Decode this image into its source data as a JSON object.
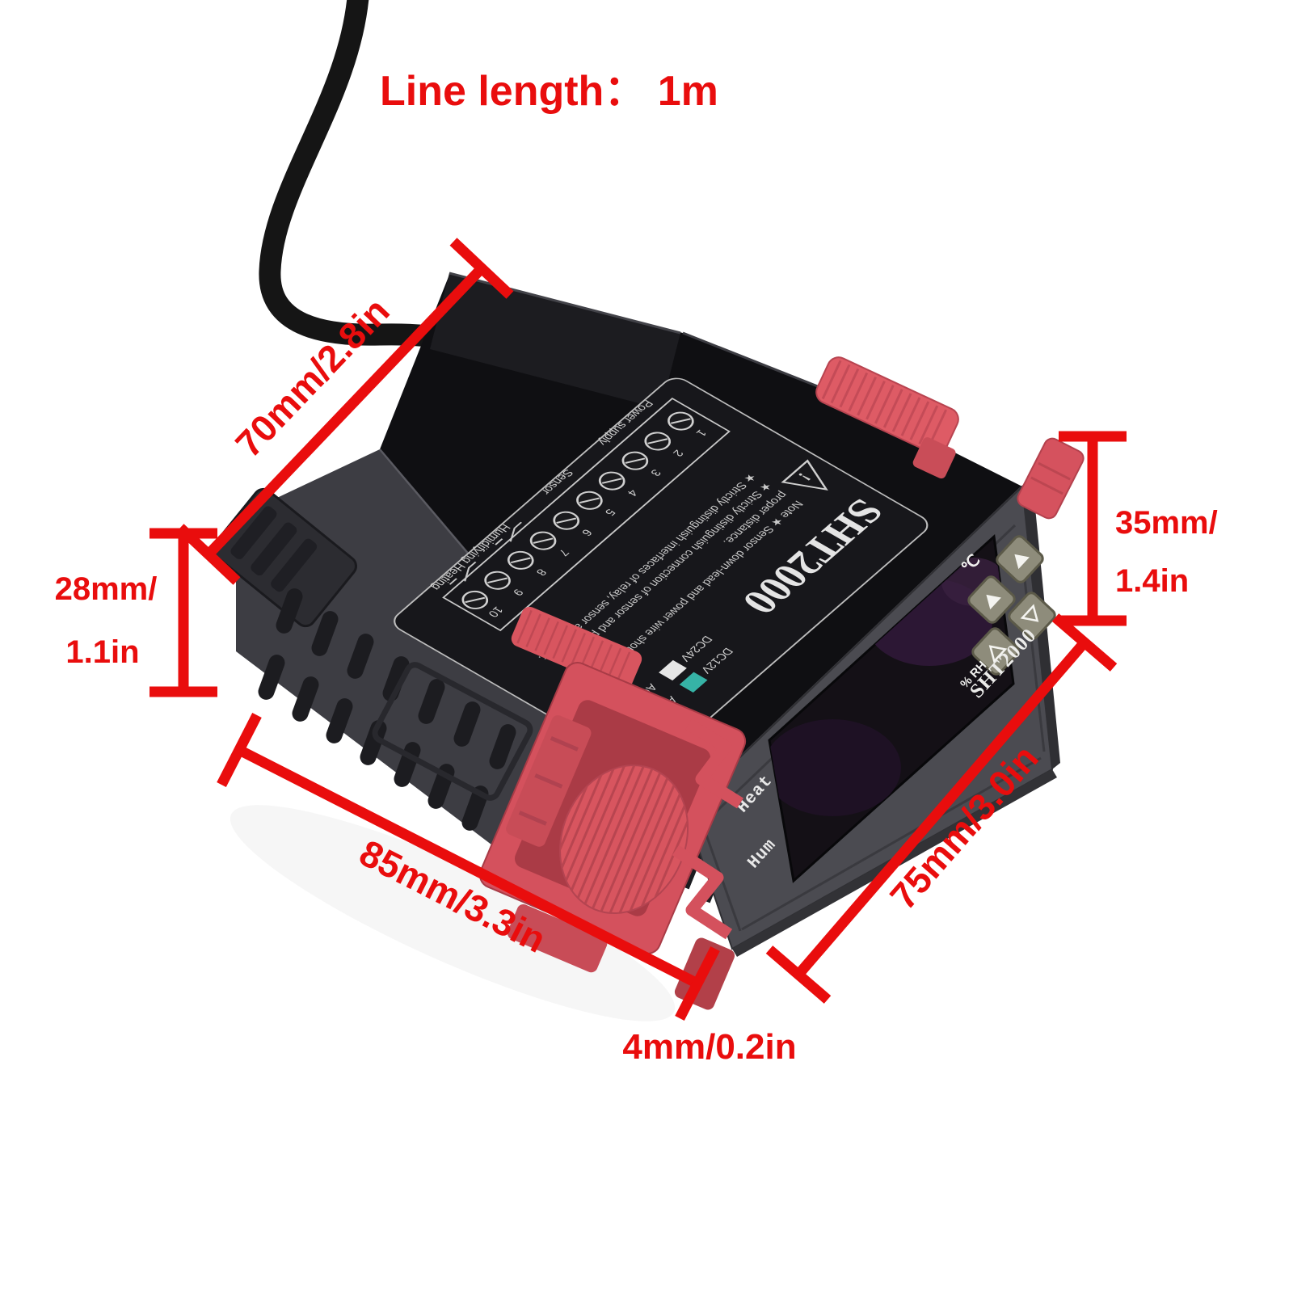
{
  "annotations": {
    "color": "#e90d0d",
    "line_length": "Line length： 1m",
    "dim_top_depth": "70mm/2.8in",
    "dim_rear_height_line1": "28mm/",
    "dim_rear_height_line2": "1.1in",
    "dim_front_height_line1": "35mm/",
    "dim_front_height_line2": "1.4in",
    "dim_bottom_depth": "85mm/3.3in",
    "dim_front_width": "75mm/3.0in",
    "dim_flange": "4mm/0.2in"
  },
  "device": {
    "front_panel": {
      "brand": "SHT2000",
      "temp_unit": "℃",
      "humidity_unit": "% RH",
      "indicator_heat": "Heat",
      "indicator_hum": "Hum"
    },
    "top_label": {
      "title": "SHT2000",
      "warning_mark": "!",
      "note_line1": "Note ★ Sensor down-lead and power wire should be kept a",
      "note_line2": "proper distance.",
      "note_line3": "★ Strictly distinguish connection of sensor and power.",
      "note_line4": "★ Strictly distinguish interfaces of relay, sensor and power.",
      "group_power": "Power supply",
      "group_sensor": "Sensor",
      "group_humidifying": "Humidifying Heating",
      "terminals": [
        "1",
        "2",
        "3",
        "4",
        "5",
        "6",
        "7",
        "8",
        "9",
        "10"
      ],
      "voltages": [
        {
          "label": "DC12V",
          "checked": true
        },
        {
          "label": "DC24V",
          "checked": false
        },
        {
          "label": "AC110V",
          "checked": false
        },
        {
          "label": "AC220V",
          "checked": false
        }
      ]
    }
  },
  "colors": {
    "clip_red": "#d4515d",
    "case_gray": "#4b4b51",
    "top_black": "#0f0f12",
    "button_olive": "#8e8c7b",
    "checkbox_teal": "#36b3a6",
    "annotation_red": "#e90d0d"
  }
}
